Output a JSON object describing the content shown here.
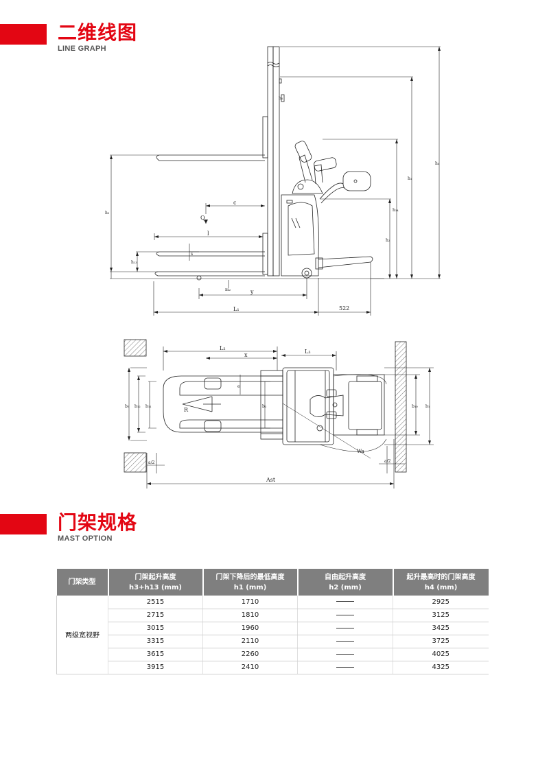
{
  "section1": {
    "title": "二维线图",
    "subtitle": "LINE GRAPH"
  },
  "section2": {
    "title": "门架规格",
    "subtitle": "MAST OPTION"
  },
  "drawing_labels": {
    "side": {
      "c": "c",
      "Q": "Q",
      "l": "l",
      "s": "s",
      "h13": "h₁₃",
      "h3": "h₃",
      "m2": "m₂",
      "y": "y",
      "L1": "L₁",
      "dim522": "522",
      "h1": "h₁",
      "h4": "h₄",
      "h14": "h₁₄",
      "h2": "h₂",
      "h6": "h₆"
    },
    "top": {
      "L2": "L₂",
      "x": "x",
      "L3": "L₃",
      "e": "e",
      "b5": "b₅",
      "b12": "b₁₂",
      "b11": "b₁₁",
      "b1": "b₁",
      "b10": "b₁₀",
      "R": "R",
      "Wa": "Wa",
      "a2_left": "a/2",
      "a2_right": "a/2",
      "Ast": "Ast"
    }
  },
  "mast_table": {
    "headers": [
      {
        "line1": "门架类型",
        "line2": ""
      },
      {
        "line1": "门架起升高度",
        "line2": "h3+h13 (mm)"
      },
      {
        "line1": "门架下降后的最低高度",
        "line2": "h1 (mm)"
      },
      {
        "line1": "自由起升高度",
        "line2": "h2 (mm)"
      },
      {
        "line1": "起升最高时的门架高度",
        "line2": "h4 (mm)"
      }
    ],
    "mast_type": "两级宽视野",
    "rows": [
      {
        "lift": "2515",
        "lowered": "1710",
        "free": "—",
        "extended": "2925"
      },
      {
        "lift": "2715",
        "lowered": "1810",
        "free": "—",
        "extended": "3125"
      },
      {
        "lift": "3015",
        "lowered": "1960",
        "free": "—",
        "extended": "3425"
      },
      {
        "lift": "3315",
        "lowered": "2110",
        "free": "—",
        "extended": "3725"
      },
      {
        "lift": "3615",
        "lowered": "2260",
        "free": "—",
        "extended": "4025"
      },
      {
        "lift": "3915",
        "lowered": "2410",
        "free": "—",
        "extended": "4325"
      }
    ]
  }
}
